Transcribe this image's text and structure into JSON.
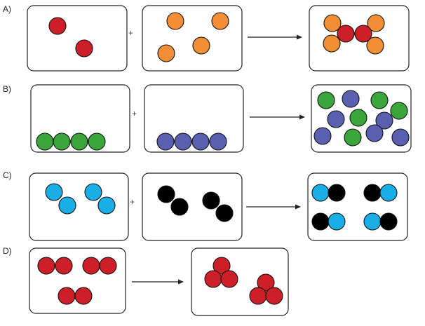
{
  "title": "",
  "colors": {
    "red": "#cc1f27",
    "orange": "#f28f35",
    "green": "#3aa53b",
    "blue": "#5a5fb0",
    "cyan": "#1aaee6",
    "black": "#000000"
  },
  "operator": "+",
  "reactions": [
    {
      "label": "A)",
      "reactants": [
        "red atoms",
        "orange atoms"
      ],
      "products": [
        "molecules"
      ]
    },
    {
      "label": "B)",
      "reactants": [
        "green atoms",
        "blue atoms"
      ],
      "products": [
        "mixture"
      ]
    },
    {
      "label": "C)",
      "reactants": [
        "cyan diatomic molecules",
        "black diatomic molecules"
      ],
      "products": [
        "cyan-black molecules"
      ]
    },
    {
      "label": "D)",
      "reactants": [
        "red diatomic molecules"
      ],
      "products": [
        "red triatomic molecules"
      ]
    }
  ]
}
